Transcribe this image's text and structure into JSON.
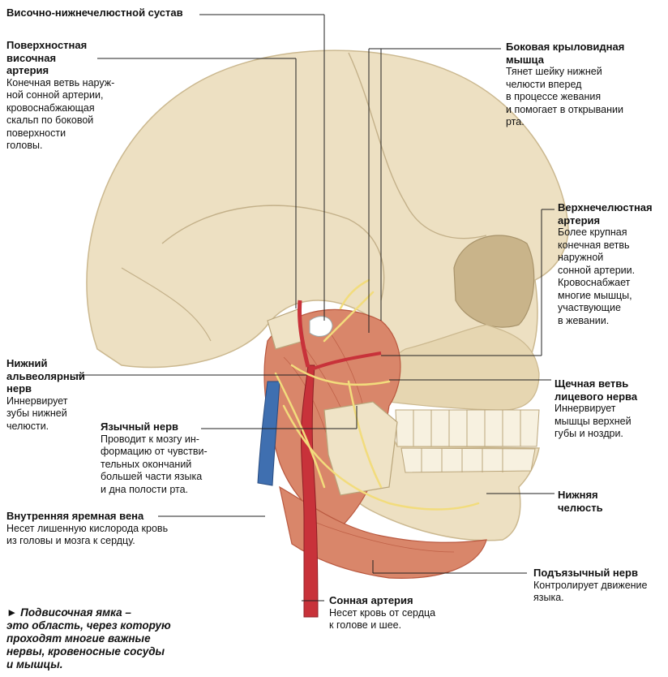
{
  "labels": {
    "tmj": {
      "title": "Височно-нижнечелюстной сустав",
      "desc": ""
    },
    "superficial_temporal": {
      "title_lines": [
        "Поверхностная",
        "височная",
        "артерия"
      ],
      "desc_lines": [
        "Конечная ветвь наруж-",
        "ной сонной артерии,",
        "кровоснабжающая",
        "скальп по боковой",
        "поверхности",
        "головы."
      ]
    },
    "lateral_pterygoid": {
      "title_lines": [
        "Боковая крыловидная",
        "мышца"
      ],
      "desc_lines": [
        "Тянет шейку нижней",
        "челюсти вперед",
        "в процессе жевания",
        "и помогает в открывании",
        "рта."
      ]
    },
    "maxillary_artery": {
      "title_lines": [
        "Верхнечелюстная",
        "артерия"
      ],
      "desc_lines": [
        "Более крупная",
        "конечная ветвь",
        "наружной",
        "сонной артерии.",
        "Кровоснабжает",
        "многие мышцы,",
        "участвующие",
        "в жевании."
      ]
    },
    "inferior_alveolar": {
      "title_lines": [
        "Нижний",
        "альвеолярный",
        "нерв"
      ],
      "desc_lines": [
        "Иннервирует",
        "зубы нижней",
        "челюсти."
      ]
    },
    "buccal_branch": {
      "title_lines": [
        "Щечная ветвь",
        "лицевого нерва"
      ],
      "desc_lines": [
        "Иннервирует",
        "мышцы верхней",
        "губы и ноздри."
      ]
    },
    "lingual_nerve": {
      "title_lines": [
        "Язычный нерв"
      ],
      "desc_lines": [
        "Проводит к мозгу ин-",
        "формацию от чувстви-",
        "тельных окончаний",
        "большей части языка",
        "и дна полости рта."
      ]
    },
    "mandible": {
      "title_lines": [
        "Нижняя",
        "челюсть"
      ],
      "desc_lines": []
    },
    "internal_jugular": {
      "title_lines": [
        "Внутренняя яремная вена"
      ],
      "desc_lines": [
        "Несет лишенную кислорода кровь",
        "из головы и мозга к сердцу."
      ]
    },
    "hypoglossal": {
      "title_lines": [
        "Подъязычный нерв"
      ],
      "desc_lines": [
        "Контролирует движение",
        "языка."
      ]
    },
    "carotid": {
      "title_lines": [
        "Сонная артерия"
      ],
      "desc_lines": [
        "Несет кровь от сердца",
        "к голове и шее."
      ]
    }
  },
  "note": {
    "arrow": "►",
    "lines": [
      "Подвисочная ямка –",
      "это область, через которую",
      "проходят многие важные",
      "нервы, кровеносные сосуды",
      "и мышцы."
    ]
  },
  "colors": {
    "bone": "#ede0c2",
    "bone_shadow": "#d8c8a0",
    "muscle": "#d9866a",
    "muscle_dark": "#b9583f",
    "artery": "#c8323a",
    "vein": "#3f6fb0",
    "nerve": "#f2dc7c",
    "leader": "#222222"
  }
}
